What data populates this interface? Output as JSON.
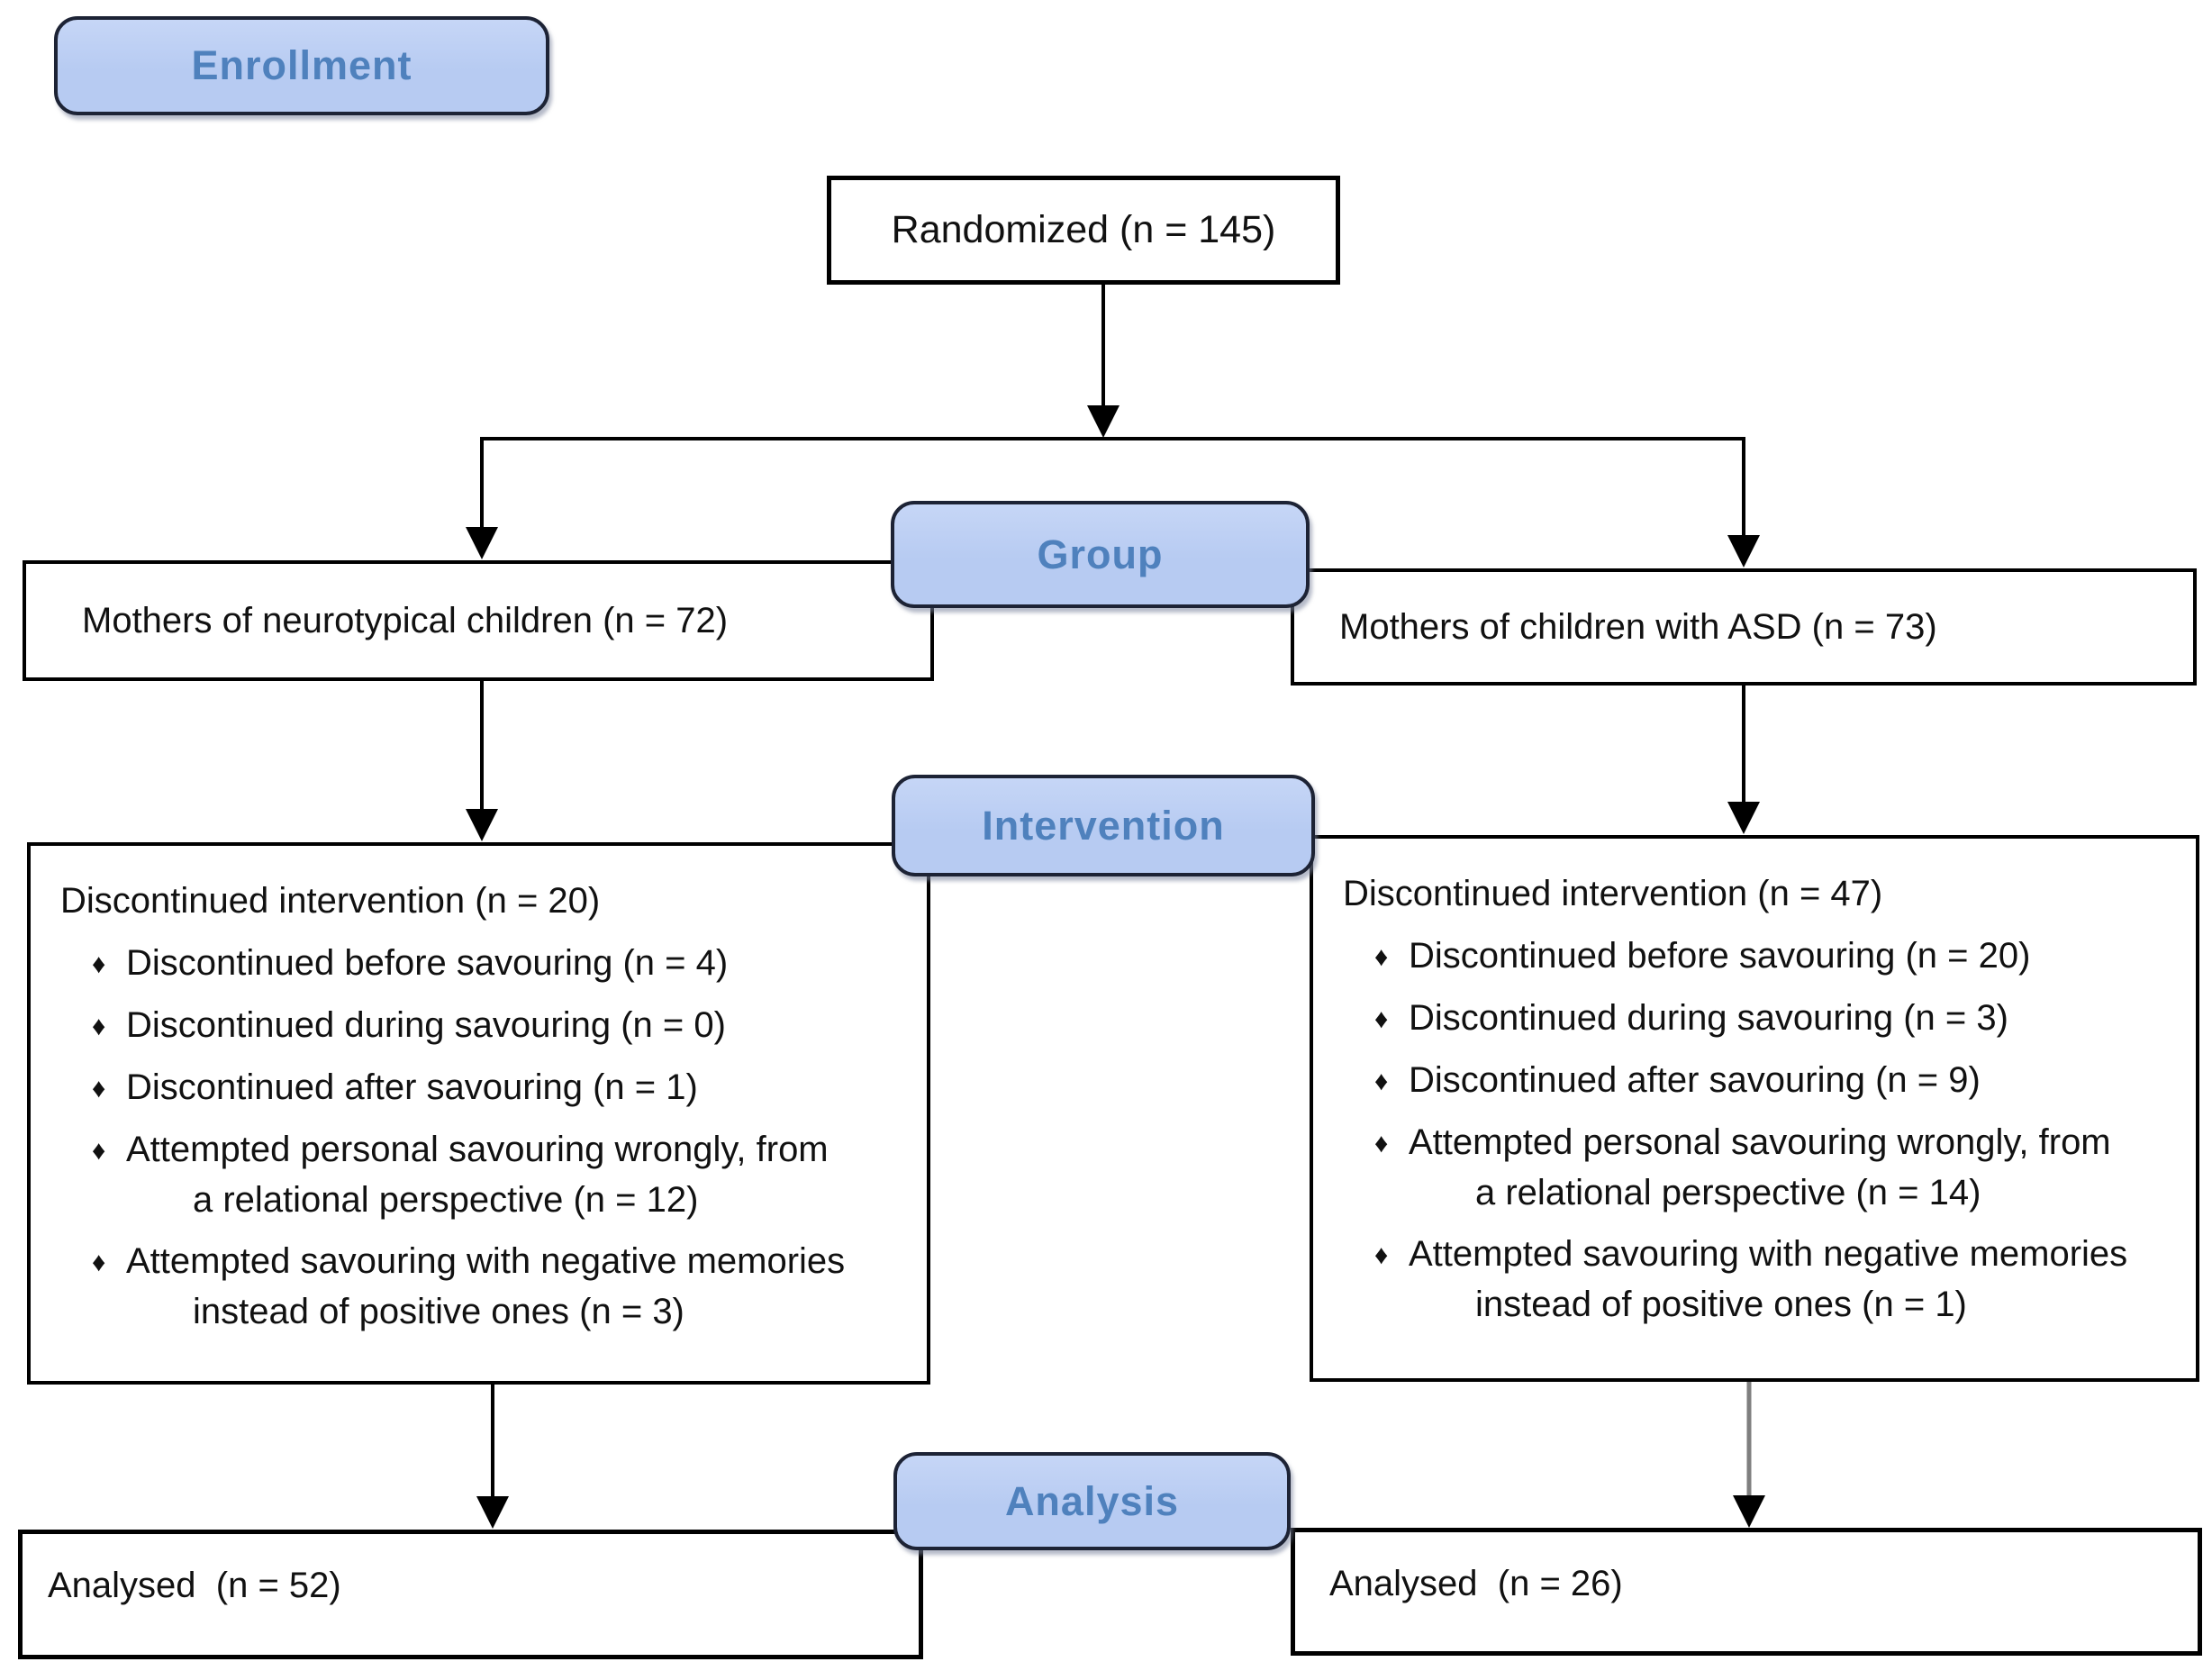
{
  "diagram": {
    "stages": {
      "enrollment": "Enrollment",
      "group": "Group",
      "intervention": "Intervention",
      "analysis": "Analysis"
    },
    "randomized": "Randomized (n = 145)",
    "group_left": "Mothers of neurotypical children (n = 72)",
    "group_right": "Mothers of children with ASD (n = 73)",
    "bullet_glyph": "♦",
    "intervention_left": {
      "title": "Discontinued intervention (n = 20)",
      "bullets": [
        {
          "line1": "Discontinued before savouring (n = 4)",
          "line2": ""
        },
        {
          "line1": "Discontinued during savouring (n = 0)",
          "line2": ""
        },
        {
          "line1": "Discontinued after savouring (n = 1)",
          "line2": ""
        },
        {
          "line1": "Attempted personal savouring wrongly, from",
          "line2": "a relational perspective (n = 12)"
        },
        {
          "line1": "Attempted savouring with negative memories",
          "line2": "instead of positive ones (n = 3)"
        }
      ]
    },
    "intervention_right": {
      "title": "Discontinued intervention (n = 47)",
      "bullets": [
        {
          "line1": "Discontinued before savouring (n = 20)",
          "line2": ""
        },
        {
          "line1": "Discontinued during savouring (n = 3)",
          "line2": ""
        },
        {
          "line1": "Discontinued after savouring (n = 9)",
          "line2": ""
        },
        {
          "line1": "Attempted personal savouring wrongly, from",
          "line2": "a relational perspective (n = 14)"
        },
        {
          "line1": "Attempted savouring with negative memories",
          "line2": "instead of positive ones (n = 1)"
        }
      ]
    },
    "analysed_left": "Analysed  (n = 52)",
    "analysed_right": "Analysed  (n = 26)"
  },
  "colors": {
    "button_fill": "#b7cbf2",
    "button_border": "#1d2335",
    "button_text": "#4f81bd",
    "box_border": "#000000",
    "line": "#000000",
    "grey_line": "#7f7f7f",
    "bg": "#ffffff"
  }
}
